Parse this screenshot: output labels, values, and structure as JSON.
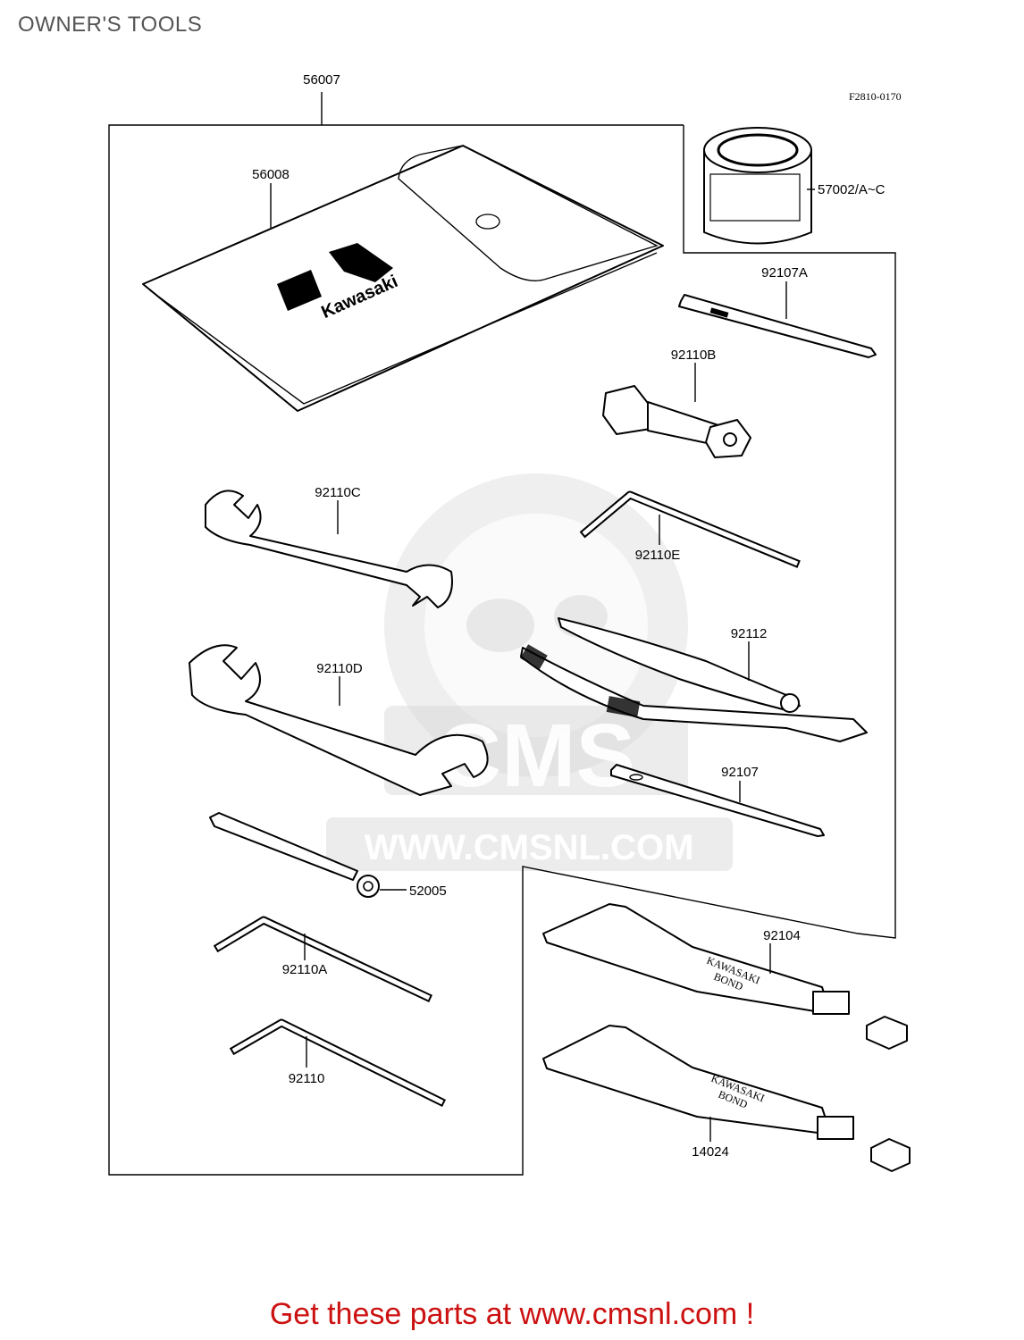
{
  "page": {
    "title": "OWNER'S TOOLS",
    "figure_code": "F2810-0170"
  },
  "watermark": {
    "brand": "CMS",
    "url": "WWW.CMSNL.COM"
  },
  "pouch": {
    "logo_text": "Kawasaki"
  },
  "tube_text": {
    "line1": "KAWASAKI",
    "line2": "BOND"
  },
  "parts": [
    {
      "id": "56007"
    },
    {
      "id": "56008"
    },
    {
      "id": "57002/A~C"
    },
    {
      "id": "92107A"
    },
    {
      "id": "92110B"
    },
    {
      "id": "92110C"
    },
    {
      "id": "92110E"
    },
    {
      "id": "92112"
    },
    {
      "id": "92110D"
    },
    {
      "id": "92107"
    },
    {
      "id": "52005"
    },
    {
      "id": "92104"
    },
    {
      "id": "92110A"
    },
    {
      "id": "92110"
    },
    {
      "id": "14024"
    }
  ],
  "footer": {
    "text": "Get these parts at www.cmsnl.com !"
  }
}
